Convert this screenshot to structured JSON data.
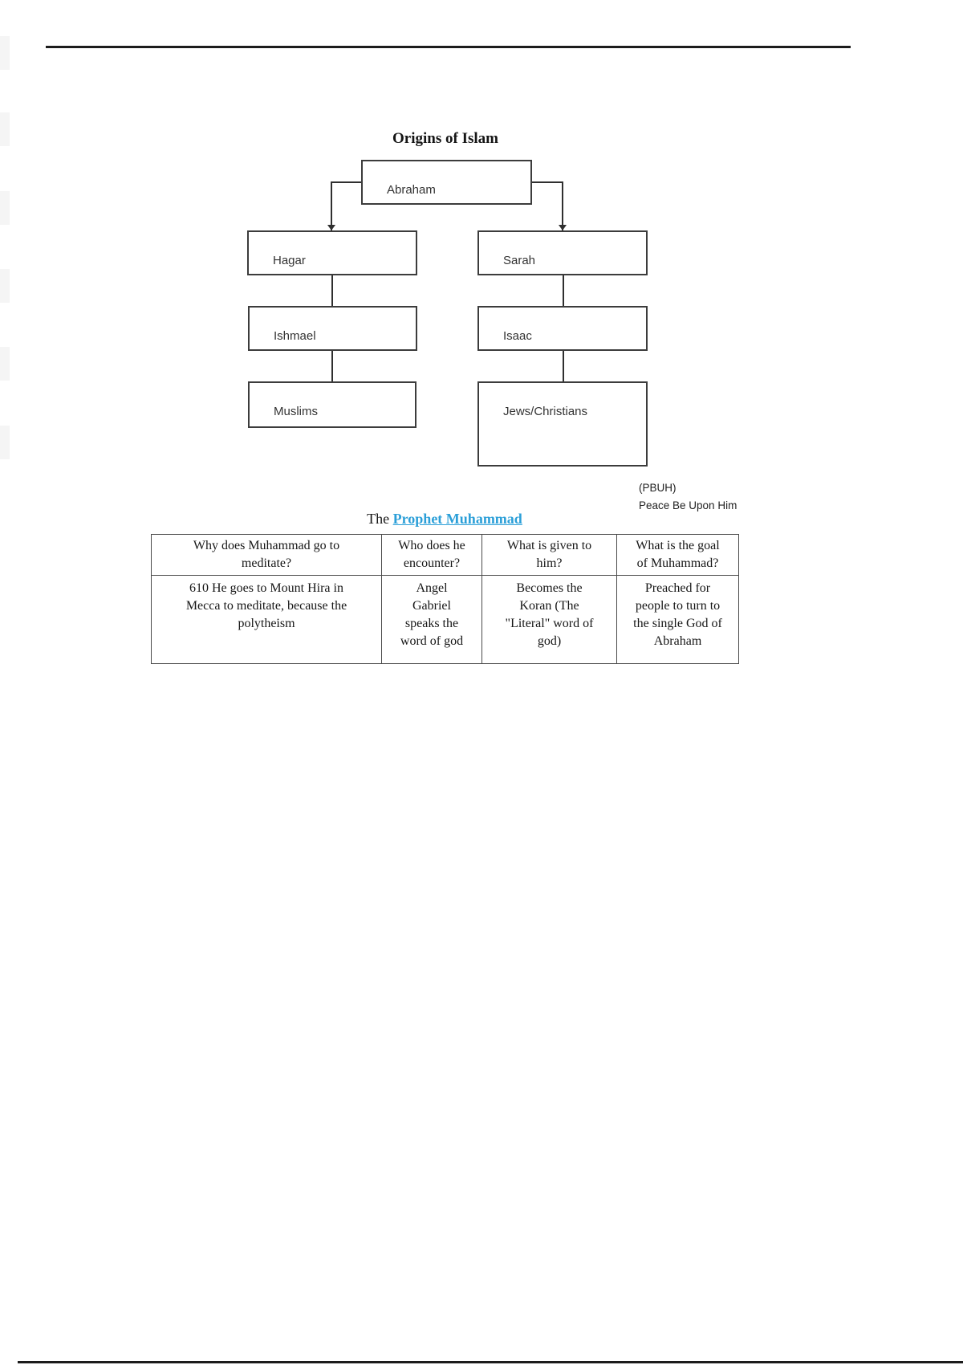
{
  "diagram": {
    "title": "Origins of Islam",
    "nodes": [
      {
        "id": "abraham",
        "label": "Abraham"
      },
      {
        "id": "hagar",
        "label": "Hagar"
      },
      {
        "id": "sarah",
        "label": "Sarah"
      },
      {
        "id": "ishmael",
        "label": "Ishmael"
      },
      {
        "id": "isaac",
        "label": "Isaac"
      },
      {
        "id": "muslims",
        "label": "Muslims"
      },
      {
        "id": "jews_christians",
        "label": "Jews/Christians"
      }
    ],
    "edges": [
      {
        "from": "Abraham",
        "to": "Hagar"
      },
      {
        "from": "Abraham",
        "to": "Sarah"
      },
      {
        "from": "Hagar",
        "to": "Ishmael"
      },
      {
        "from": "Sarah",
        "to": "Isaac"
      },
      {
        "from": "Ishmael",
        "to": "Muslims"
      },
      {
        "from": "Isaac",
        "to": "Jews/Christians"
      }
    ]
  },
  "pbuh": {
    "line1": "(PBUH)",
    "line2": "Peace Be Upon Him"
  },
  "heading": {
    "prefix": "The ",
    "link_text": "Prophet Muhammad",
    "link_color": "#2b9fd8"
  },
  "table": {
    "headers": [
      "Why does Muhammad go to\nmeditate?",
      "Who does he\nencounter?",
      "What is given to\nhim?",
      "What is the goal\nof Muhammad?"
    ],
    "rows": [
      [
        "610 He goes to Mount Hira in\nMecca to meditate, because the\npolytheism",
        "Angel\nGabriel\nspeaks the\nword of god",
        "Becomes the\nKoran (The\n\"Literal\" word of\ngod)",
        "Preached for\npeople to turn to\nthe single God of\nAbraham"
      ]
    ]
  }
}
